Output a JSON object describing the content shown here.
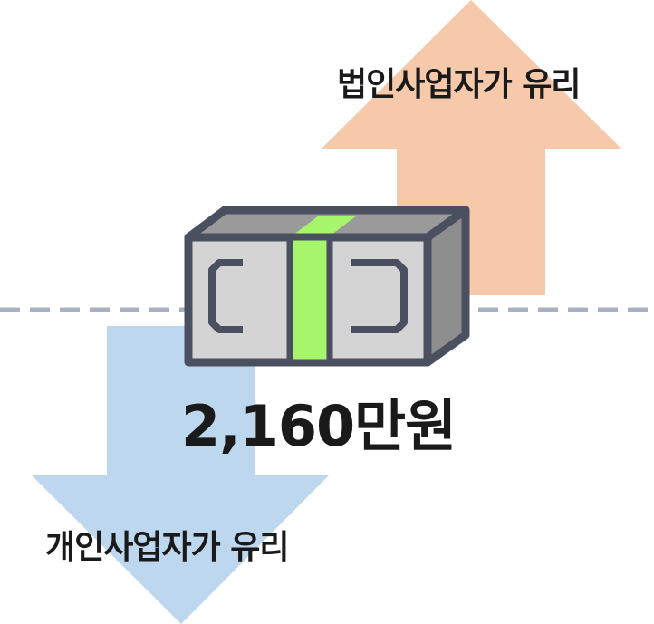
{
  "corporate_label": "법인사업자가 유리",
  "individual_label": "개인사업자가 유리",
  "amount": "2,160만원",
  "colors": {
    "up_arrow": "#f7c9ab",
    "down_arrow": "#bdd7ee",
    "divider": "#a8b0c4",
    "money_body": "#d4d4d4",
    "money_outline": "#4b5060",
    "money_band": "#a6f56a",
    "money_side": "#8e8e8e"
  },
  "icons": {
    "up_arrow": "arrow-up-icon",
    "down_arrow": "arrow-down-icon",
    "money": "money-stack-icon"
  }
}
